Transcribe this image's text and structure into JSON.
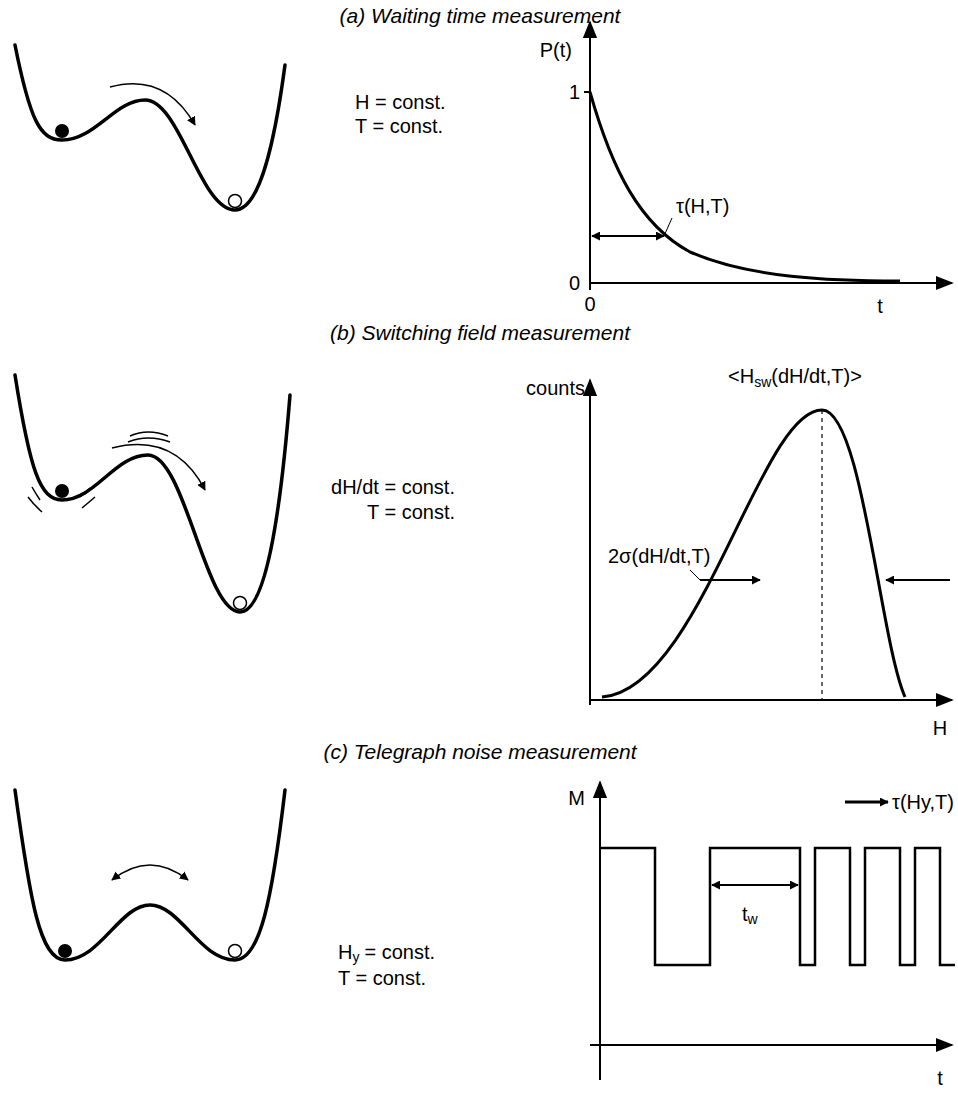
{
  "diagram": {
    "labels": [
      "(a) Waiting time measurement",
      "P(t)",
      "1",
      "H = const.",
      "T = const.",
      "τ(H,T)",
      "0",
      "0",
      "t",
      "(b) Switching field measurement",
      "counts",
      "<H",
      "sw",
      "(dH/dt,T)>",
      "dH/dt = const.",
      "T = const.",
      "2σ(dH/dt,T)",
      "H",
      "(c) Telegraph noise measurement",
      "M",
      "τ(Hy,T)",
      "H",
      "y",
      "= const.",
      "T = const.",
      "t",
      "w",
      "t"
    ]
  }
}
